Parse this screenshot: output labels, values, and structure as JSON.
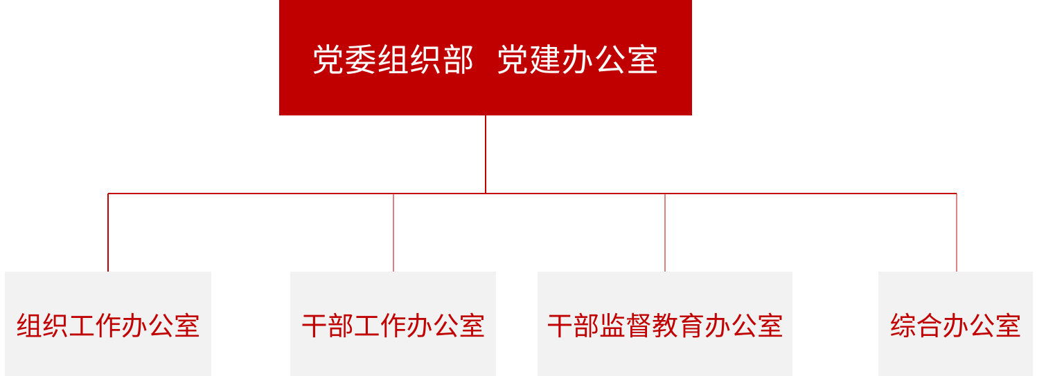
{
  "diagram": {
    "root": {
      "label": "党委组织部  党建办公室"
    },
    "children": [
      {
        "label": "组织工作办公室"
      },
      {
        "label": "干部工作办公室"
      },
      {
        "label": "干部监督教育办公室"
      },
      {
        "label": "综合办公室"
      }
    ]
  },
  "colors": {
    "root_fill": "#c00000",
    "root_text": "#ffffff",
    "child_fill": "#f2f2f2",
    "child_text": "#c00000",
    "connector": "#c00000"
  }
}
